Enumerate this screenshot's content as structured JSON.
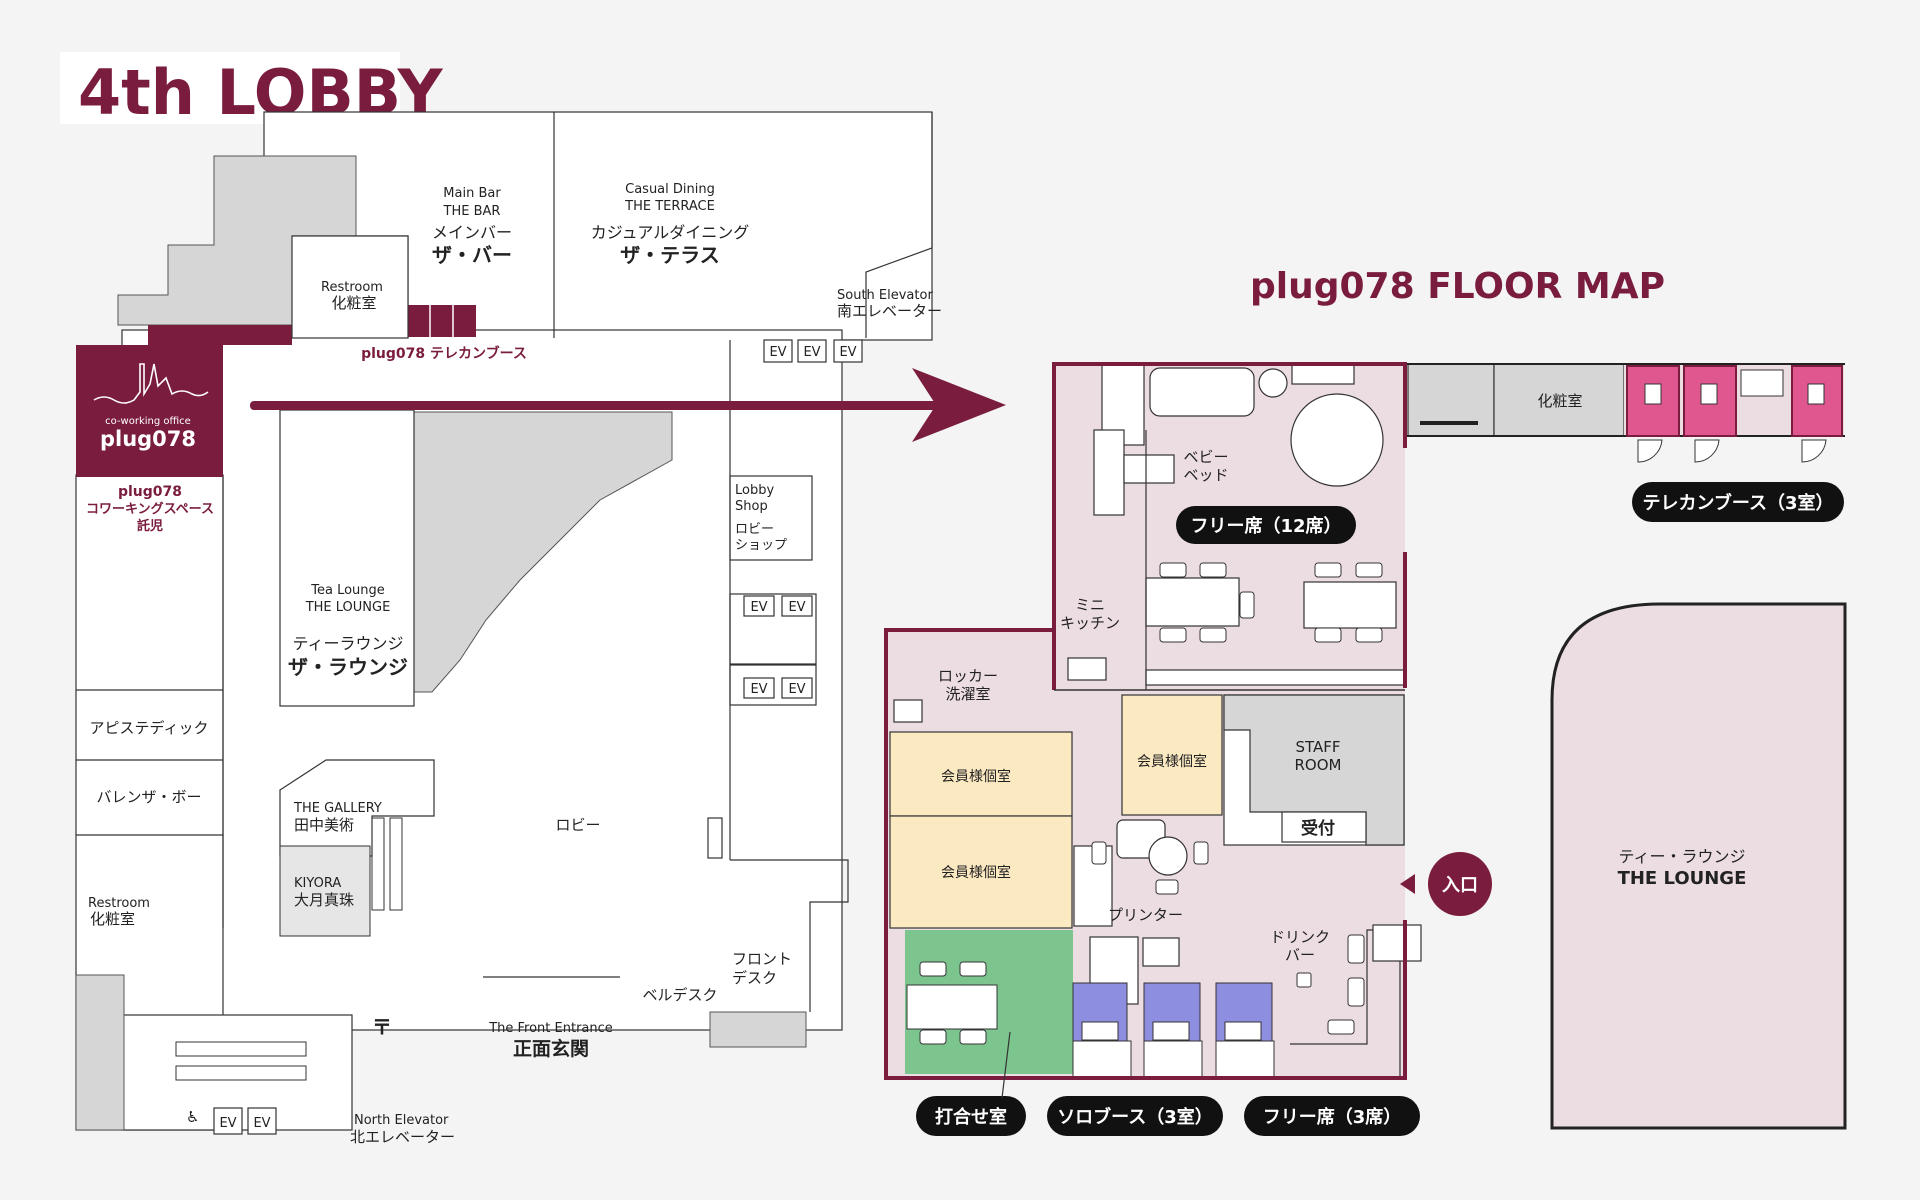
{
  "colors": {
    "brand": "#7a1c3e",
    "room_pink": "#ecdde3",
    "private_room": "#fbe9c2",
    "meeting_green": "#7dc58e",
    "solo_booth_purple": "#8e8ee0",
    "telecon_pink": "#e0578f",
    "gray_area": "#d6d6d6"
  },
  "lobby": {
    "title": "4th LOBBY",
    "main_bar": {
      "en1": "Main Bar",
      "en2": "THE BAR",
      "ja1": "メインバー",
      "ja2": "ザ・バー"
    },
    "terrace": {
      "en1": "Casual Dining",
      "en2": "THE TERRACE",
      "ja1": "カジュアルダイニング",
      "ja2": "ザ・テラス"
    },
    "restroom_top": {
      "en": "Restroom",
      "ja": "化粧室"
    },
    "south_elevator": {
      "en": "South Elevator",
      "ja": "南エレベーター"
    },
    "telecon_label": "plug078 テレカンブース",
    "logo": {
      "tagline": "co-working office",
      "name": "plug078"
    },
    "coworking_label": {
      "l1": "plug078",
      "l2": "コワーキングスペース",
      "l3": "託児"
    },
    "tea_lounge": {
      "en1": "Tea Lounge",
      "en2": "THE LOUNGE",
      "ja1": "ティーラウンジ",
      "ja2": "ザ・ラウンジ"
    },
    "lobby_shop": {
      "en1": "Lobby",
      "en2": "Shop",
      "ja1": "ロビー",
      "ja2": "ショップ"
    },
    "ev": "EV",
    "apiste": "アピステディック",
    "balenza": "バレンザ・ボー",
    "restroom_bottom": {
      "en": "Restroom",
      "ja": "化粧室"
    },
    "gallery": {
      "en": "THE GALLERY",
      "ja": "田中美術"
    },
    "kiyora": {
      "en": "KIYORA",
      "ja": "大月真珠"
    },
    "lobby_label": "ロビー",
    "front_desk": {
      "l1": "フロント",
      "l2": "デスク"
    },
    "bell_desk": "ベルデスク",
    "front_entrance": {
      "en": "The Front Entrance",
      "ja": "正面玄関"
    },
    "north_elevator": {
      "en": "North Elevator",
      "ja": "北エレベーター"
    },
    "post_mark": "〒"
  },
  "floor": {
    "title": "plug078 FLOOR MAP",
    "baby_bed": {
      "l1": "ベビー",
      "l2": "ベッド"
    },
    "free_seats_12": "フリー席（12席）",
    "mini_kitchen": {
      "l1": "ミニ",
      "l2": "キッチン"
    },
    "locker": {
      "l1": "ロッカー",
      "l2": "洗濯室"
    },
    "private_room": "会員様個室",
    "staff_room": {
      "l1": "STAFF",
      "l2": "ROOM"
    },
    "reception": "受付",
    "entrance": "入口",
    "printer": "プリンター",
    "drink_bar": {
      "l1": "ドリンク",
      "l2": "バー"
    },
    "meeting_room": "打合せ室",
    "solo_booth": "ソロブース（3室）",
    "free_seats_3": "フリー席（3席）",
    "restroom": "化粧室",
    "telecon_booth": "テレカンブース（3室）",
    "lounge": {
      "ja": "ティー・ラウンジ",
      "en": "THE LOUNGE"
    }
  }
}
